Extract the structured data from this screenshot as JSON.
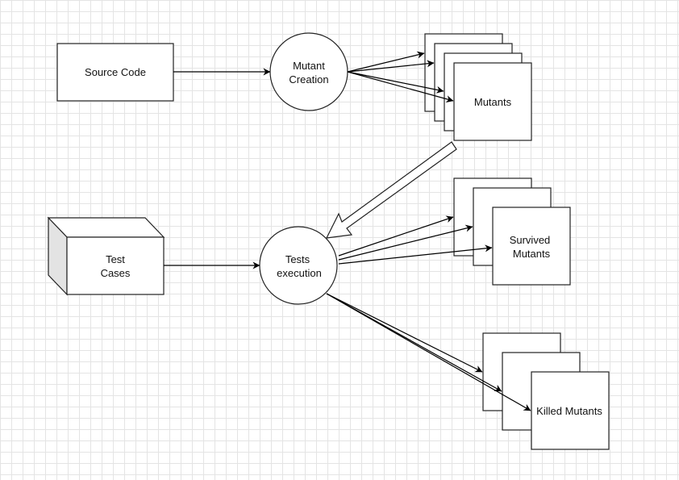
{
  "nodes": {
    "source_code": "Source Code",
    "mutant_creation": [
      "Mutant",
      "Creation"
    ],
    "mutants": "Mutants",
    "test_cases": [
      "Test",
      "Cases"
    ],
    "tests_execution": [
      "Tests",
      "execution"
    ],
    "survived_mutants": [
      "Survived",
      "Mutants"
    ],
    "killed_mutants": "Killed Mutants"
  }
}
